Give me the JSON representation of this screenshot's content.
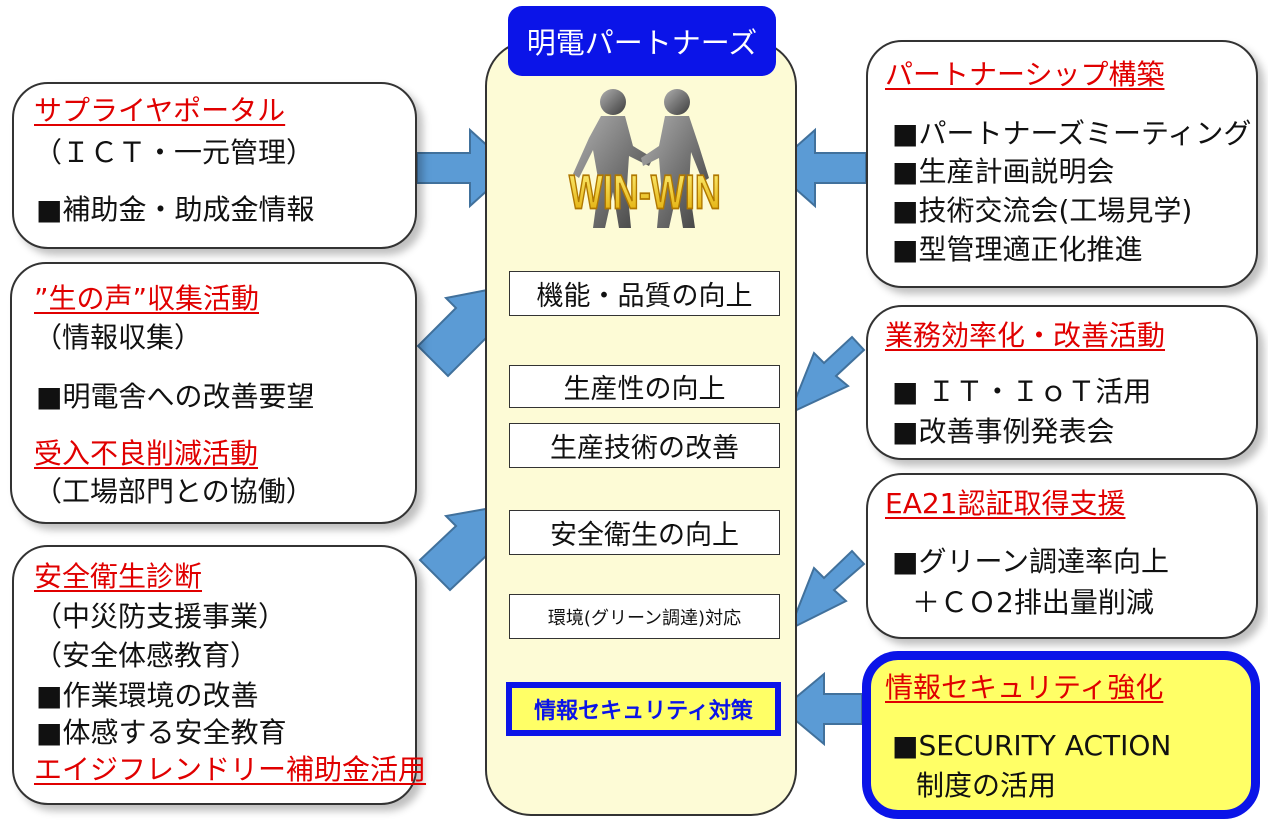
{
  "center": {
    "title": "明電パートナーズ",
    "logo_text": "WIN-WIN",
    "goals": [
      "機能・品質の向上",
      "生産性の向上",
      "生産技術の改善",
      "安全衛生の向上",
      "環境(グリーン調達)対応",
      "情報セキュリティ対策"
    ]
  },
  "left_boxes": [
    {
      "heading": "サプライヤポータル",
      "lines": [
        "（ＩＣＴ・一元管理）",
        "■補助金・助成金情報"
      ]
    },
    {
      "heading": "”生の声”収集活動",
      "lines": [
        "（情報収集）",
        "■明電舎への改善要望"
      ],
      "heading2": "受入不良削減活動",
      "lines2": [
        "（工場部門との協働）"
      ]
    },
    {
      "heading": "安全衛生診断",
      "lines": [
        "（中災防支援事業）",
        "（安全体感教育）",
        "■作業環境の改善",
        "■体感する安全教育"
      ],
      "heading2": "エイジフレンドリー補助金活用"
    }
  ],
  "right_boxes": [
    {
      "heading": "パートナーシップ構築",
      "lines": [
        "■パートナーズミーティング",
        "■生産計画説明会",
        "■技術交流会(工場見学)",
        "■型管理適正化推進"
      ]
    },
    {
      "heading": "業務効率化・改善活動",
      "lines": [
        "■ ＩＴ・ＩｏＴ活用",
        "■改善事例発表会"
      ]
    },
    {
      "heading": "EA21認証取得支援",
      "lines": [
        "■グリーン調達率向上",
        "＋ＣＯ2排出量削減"
      ]
    },
    {
      "heading": "情報セキュリティ強化",
      "lines": [
        "■SECURITY ACTION",
        "制度の活用"
      ]
    }
  ],
  "colors": {
    "heading_red": "#e00000",
    "accent_blue": "#0b14e8",
    "arrow_blue": "#5b9bd5",
    "highlight_yellow": "#ffff66",
    "pillar_fill": "#fdfbd6"
  }
}
